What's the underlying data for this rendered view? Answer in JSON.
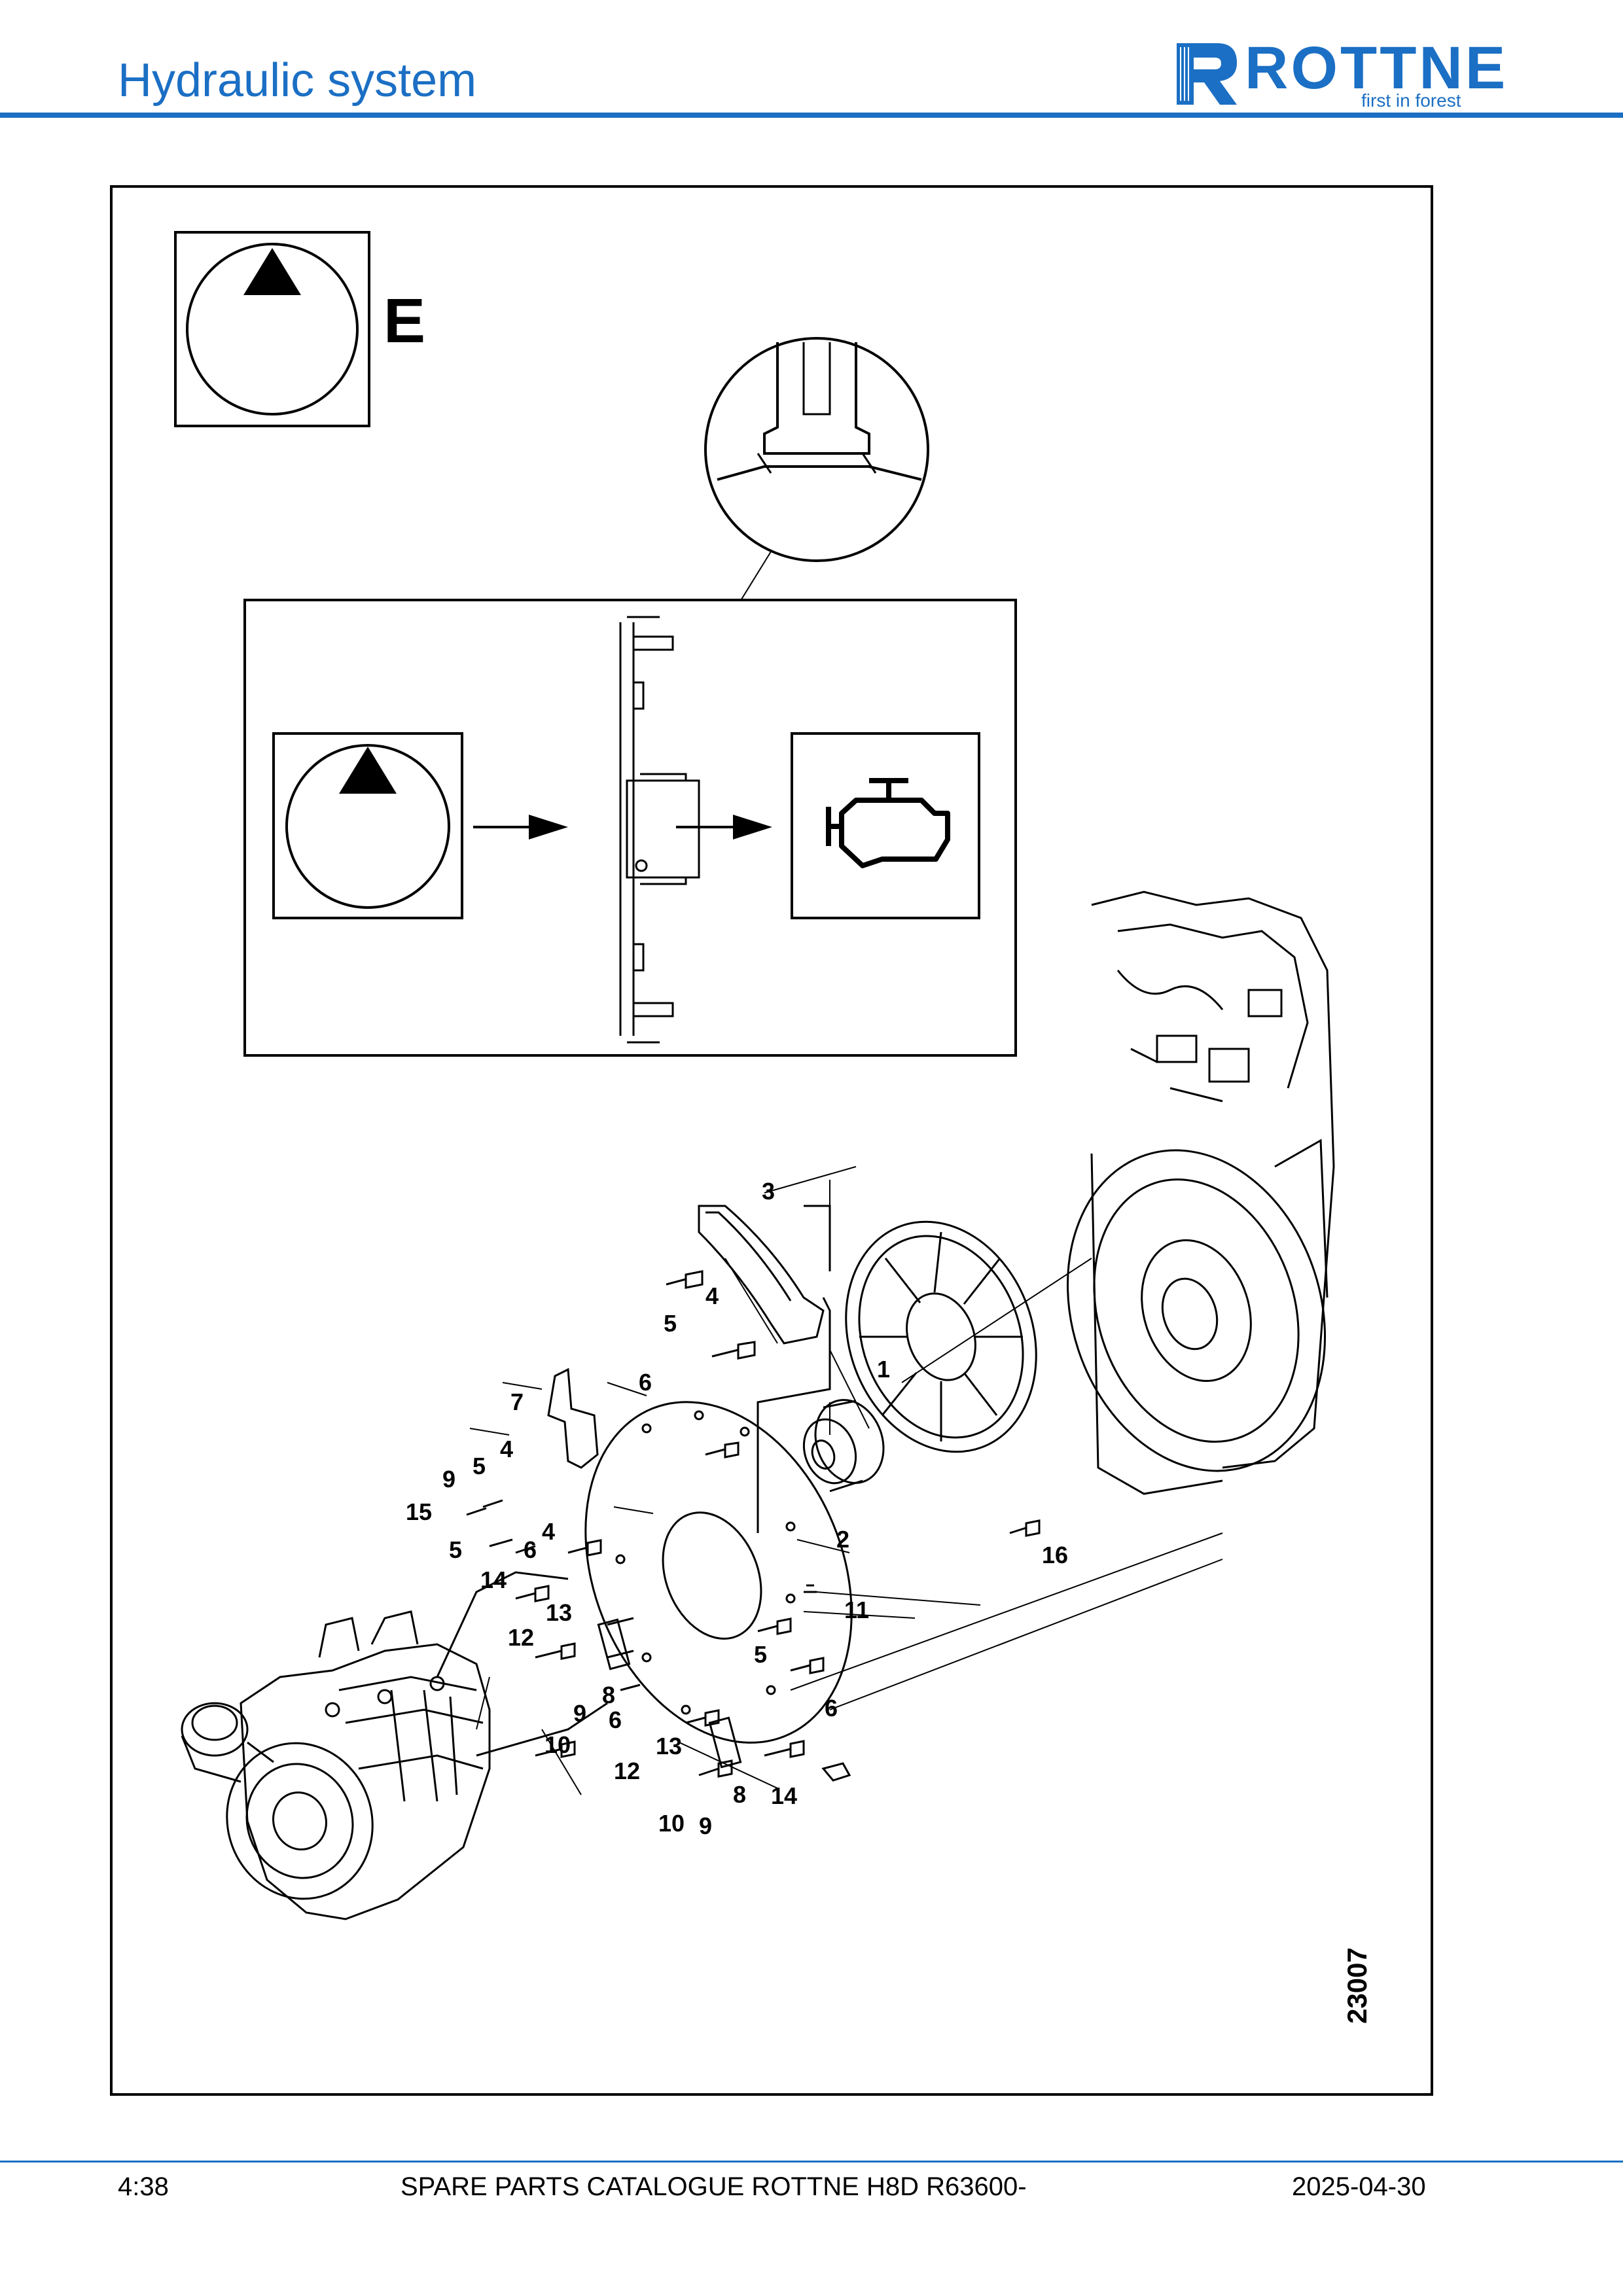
{
  "header": {
    "title": "Hydraulic system",
    "logo": {
      "name": "ROTTNE",
      "tagline": "first in forest",
      "color": "#1b6fc4"
    }
  },
  "figure": {
    "view_letter": "E",
    "drawing_number": "23007",
    "callouts": [
      "1",
      "2",
      "3",
      "4",
      "4",
      "4",
      "5",
      "5",
      "5",
      "5",
      "6",
      "6",
      "6",
      "6",
      "7",
      "8",
      "8",
      "9",
      "9",
      "9",
      "10",
      "10",
      "11",
      "12",
      "12",
      "13",
      "13",
      "14",
      "14",
      "15",
      "16"
    ]
  },
  "footer": {
    "page": "4:38",
    "catalogue": "SPARE PARTS CATALOGUE ROTTNE H8D R63600-",
    "date": "2025-04-30"
  }
}
